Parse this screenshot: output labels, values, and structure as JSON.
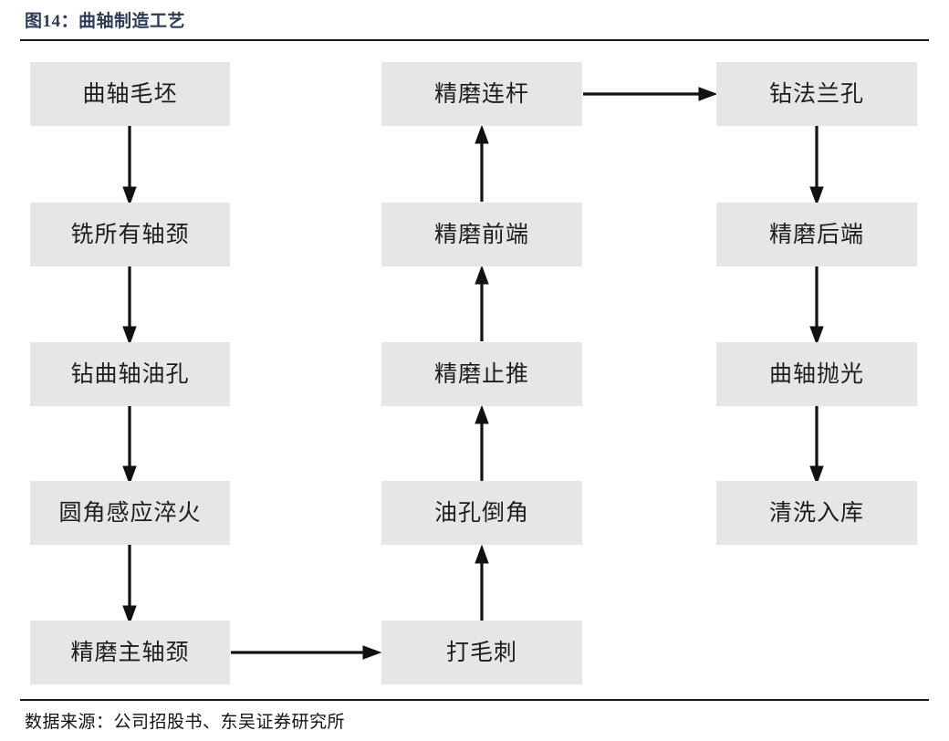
{
  "figure": {
    "title": "图14：曲轴制造工艺",
    "source": "数据来源：公司招股书、东吴证券研究所",
    "title_color": "#2c3a55",
    "node_fill": "#e6e6e6",
    "node_text_color": "#1d1d1d",
    "connector_color": "#111111",
    "rule_color": "#1a1a1a",
    "background": "#ffffff"
  },
  "chart_data": {
    "type": "diagram",
    "diagram_kind": "flowchart",
    "title": "图14：曲轴制造工艺",
    "columns": 3,
    "rows": 5,
    "nodes": [
      {
        "id": "n1",
        "label": "曲轴毛坯",
        "col": 1,
        "row": 1
      },
      {
        "id": "n2",
        "label": "铣所有轴颈",
        "col": 1,
        "row": 2
      },
      {
        "id": "n3",
        "label": "钻曲轴油孔",
        "col": 1,
        "row": 3
      },
      {
        "id": "n4",
        "label": "圆角感应淬火",
        "col": 1,
        "row": 4
      },
      {
        "id": "n5",
        "label": "精磨主轴颈",
        "col": 1,
        "row": 5
      },
      {
        "id": "n6",
        "label": "打毛刺",
        "col": 2,
        "row": 5
      },
      {
        "id": "n7",
        "label": "油孔倒角",
        "col": 2,
        "row": 4
      },
      {
        "id": "n8",
        "label": "精磨止推",
        "col": 2,
        "row": 3
      },
      {
        "id": "n9",
        "label": "精磨前端",
        "col": 2,
        "row": 2
      },
      {
        "id": "n10",
        "label": "精磨连杆",
        "col": 2,
        "row": 1
      },
      {
        "id": "n11",
        "label": "钻法兰孔",
        "col": 3,
        "row": 1
      },
      {
        "id": "n12",
        "label": "精磨后端",
        "col": 3,
        "row": 2
      },
      {
        "id": "n13",
        "label": "曲轴抛光",
        "col": 3,
        "row": 3
      },
      {
        "id": "n14",
        "label": "清洗入库",
        "col": 3,
        "row": 4
      }
    ],
    "edges": [
      {
        "from": "n1",
        "to": "n2",
        "direction": "down"
      },
      {
        "from": "n2",
        "to": "n3",
        "direction": "down"
      },
      {
        "from": "n3",
        "to": "n4",
        "direction": "down"
      },
      {
        "from": "n4",
        "to": "n5",
        "direction": "down"
      },
      {
        "from": "n5",
        "to": "n6",
        "direction": "right"
      },
      {
        "from": "n6",
        "to": "n7",
        "direction": "up"
      },
      {
        "from": "n7",
        "to": "n8",
        "direction": "up"
      },
      {
        "from": "n8",
        "to": "n9",
        "direction": "up"
      },
      {
        "from": "n9",
        "to": "n10",
        "direction": "up"
      },
      {
        "from": "n10",
        "to": "n11",
        "direction": "right"
      },
      {
        "from": "n11",
        "to": "n12",
        "direction": "down"
      },
      {
        "from": "n12",
        "to": "n13",
        "direction": "down"
      },
      {
        "from": "n13",
        "to": "n14",
        "direction": "down"
      }
    ]
  }
}
